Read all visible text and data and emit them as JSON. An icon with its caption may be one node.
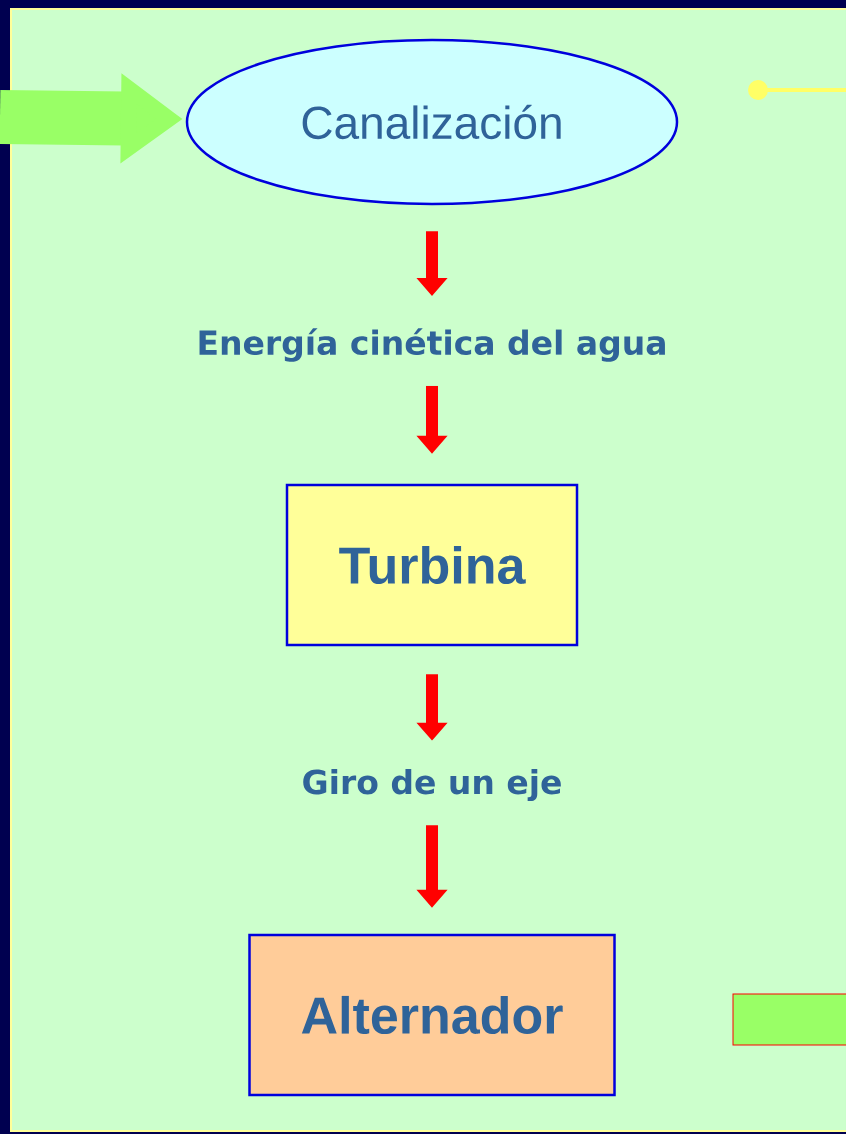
{
  "diagram": {
    "nodes": [
      {
        "text": [
          "Canalización"
        ]
      },
      {
        "text": [
          "Energía cinética del agua"
        ]
      },
      {
        "text": [
          "Turbina"
        ]
      },
      {
        "text": [
          "Giro de un eje"
        ]
      },
      {
        "text": [
          "Alternador"
        ]
      }
    ],
    "edges": [
      {
        "from": null,
        "to": 0,
        "arrow": "to",
        "style": "thick",
        "color": "#99ff66"
      },
      {
        "from": 0,
        "to": 1,
        "arrow": "to"
      },
      {
        "from": 1,
        "to": 2,
        "arrow": "to"
      },
      {
        "from": 2,
        "to": 3,
        "arrow": "to"
      },
      {
        "from": 3,
        "to": 4,
        "arrow": "to"
      }
    ]
  }
}
